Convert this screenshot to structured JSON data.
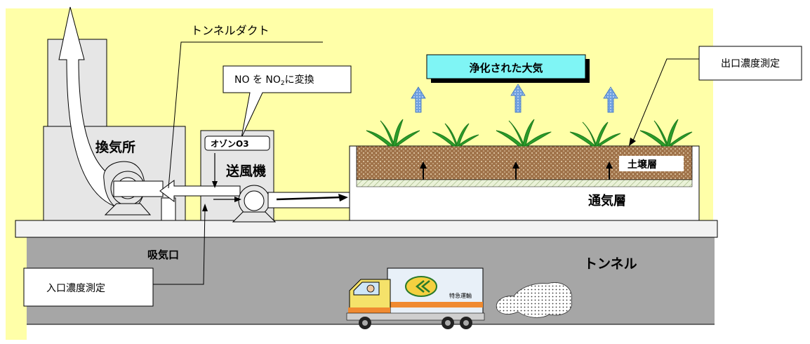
{
  "labels": {
    "tunnel_duct": "トンネルダクト",
    "no_convert_prefix": "NO を NO",
    "no_convert_sub": "2",
    "no_convert_suffix": "に変換",
    "ventilation_station": "換気所",
    "ozone": "オゾンO3",
    "blower": "送風機",
    "air_inlet": "吸気口",
    "inlet_measurement": "入口濃度測定",
    "outlet_measurement": "出口濃度測定",
    "purified_air": "浄化された大気",
    "soil_layer": "土壌層",
    "ventilation_layer": "通気層",
    "tunnel": "トンネル",
    "truck_text": "特急運輸"
  },
  "colors": {
    "background_panel": "#ffffa8",
    "tunnel_road": "#a6a6a6",
    "soil": "#a0734a",
    "purified_air_box": "#7ff5f5",
    "air_arrow": "#6fa0e0",
    "grass": "#2a9d2a"
  }
}
